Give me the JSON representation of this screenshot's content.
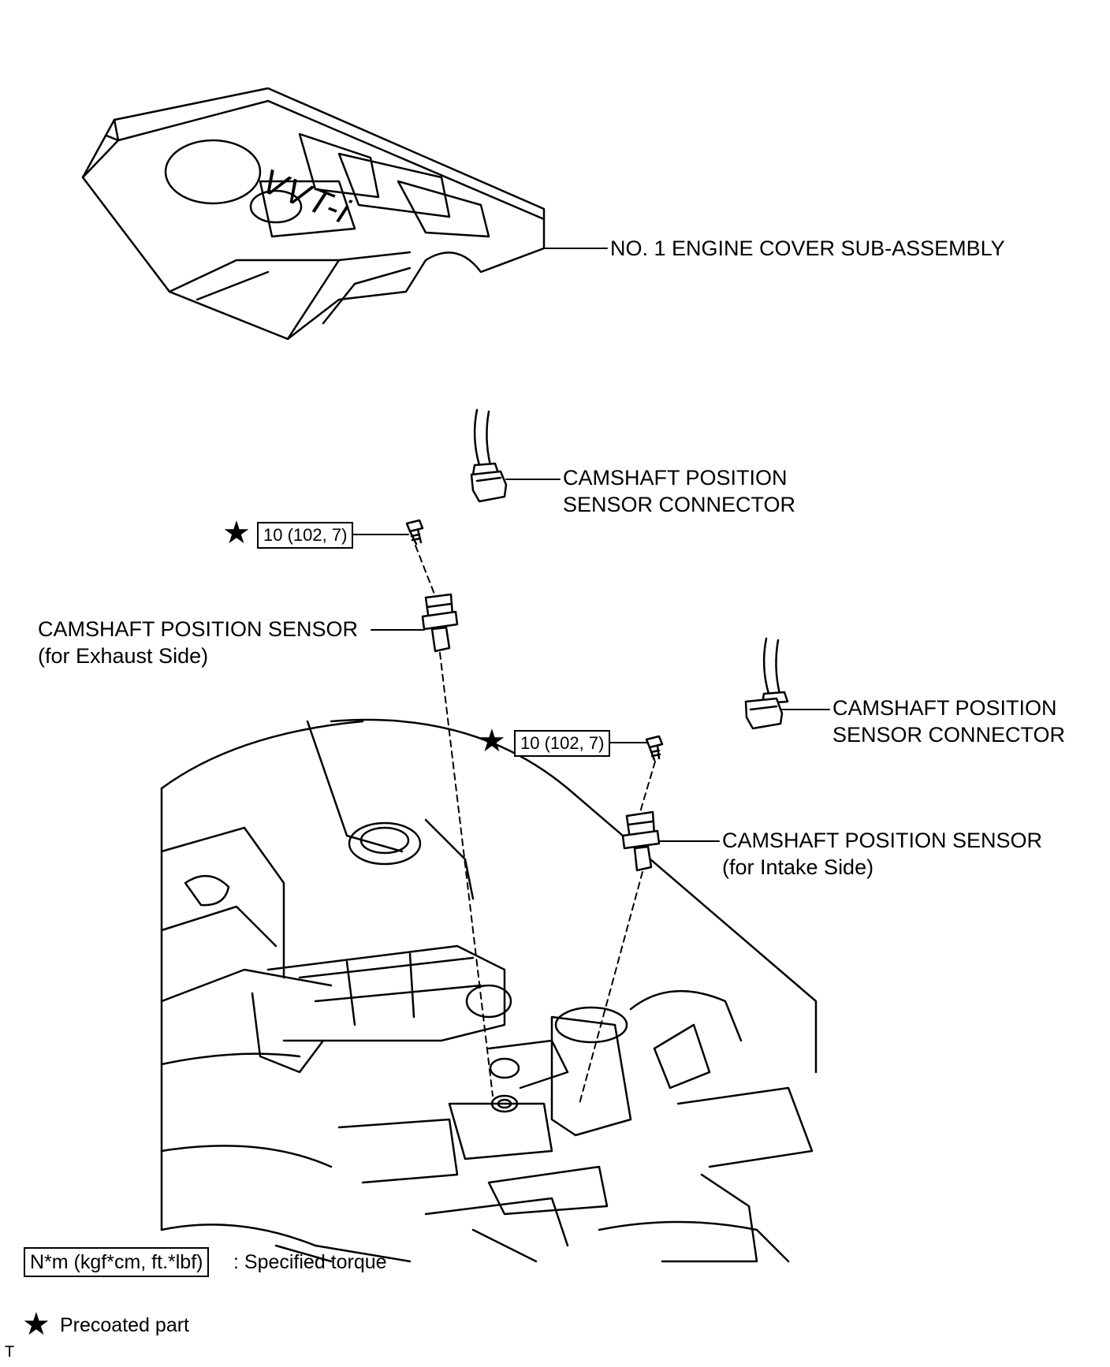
{
  "labels": {
    "engine_cover": "NO. 1 ENGINE COVER SUB-ASSEMBLY",
    "connector_1_line1": "CAMSHAFT POSITION",
    "connector_1_line2": "SENSOR CONNECTOR",
    "sensor_exhaust_line1": "CAMSHAFT POSITION SENSOR",
    "sensor_exhaust_line2": "(for Exhaust Side)",
    "connector_2_line1": "CAMSHAFT POSITION",
    "connector_2_line2": "SENSOR CONNECTOR",
    "sensor_intake_line1": "CAMSHAFT POSITION SENSOR",
    "sensor_intake_line2": "(for Intake Side)",
    "cover_logo": "VVT-i"
  },
  "torque": {
    "exhaust_bolt": "10 (102, 7)",
    "intake_bolt": "10 (102, 7)"
  },
  "legend": {
    "torque_unit": "N*m (kgf*cm, ft.*lbf)",
    "torque_desc": ": Specified torque",
    "precoat_desc": "Precoated part",
    "star_symbol": "★"
  },
  "footer": {
    "code": "T"
  }
}
